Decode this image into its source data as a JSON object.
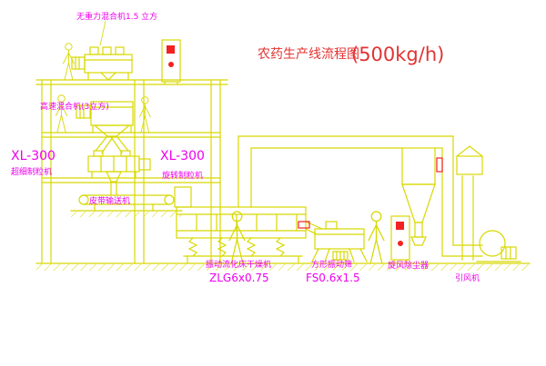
{
  "title": {
    "main": "农药生产线流程图",
    "capacity": "(500kg/h)"
  },
  "labels": {
    "top_mixer": "无重力混合机1.5 立方",
    "high_speed_mixer": "高速混合机(3立方)",
    "granulator_left_model": "XL-300",
    "granulator_left_name": "超细制粒机",
    "granulator_right_model": "XL-300",
    "granulator_right_name": "旋转制粒机",
    "belt_conveyor": "皮带输送机",
    "dryer_name": "振动流化床干燥机",
    "dryer_model": "ZLG6x0.75",
    "screen_name": "方形振动筛",
    "screen_model": "FS0.6x1.5",
    "cyclone_name": "旋风除尘器",
    "fan_name": "引风机"
  },
  "colors": {
    "line": "#d8d800",
    "label": "#ee00ee",
    "title": "#e23333",
    "marker": "#f22222",
    "background": "#ffffff"
  }
}
